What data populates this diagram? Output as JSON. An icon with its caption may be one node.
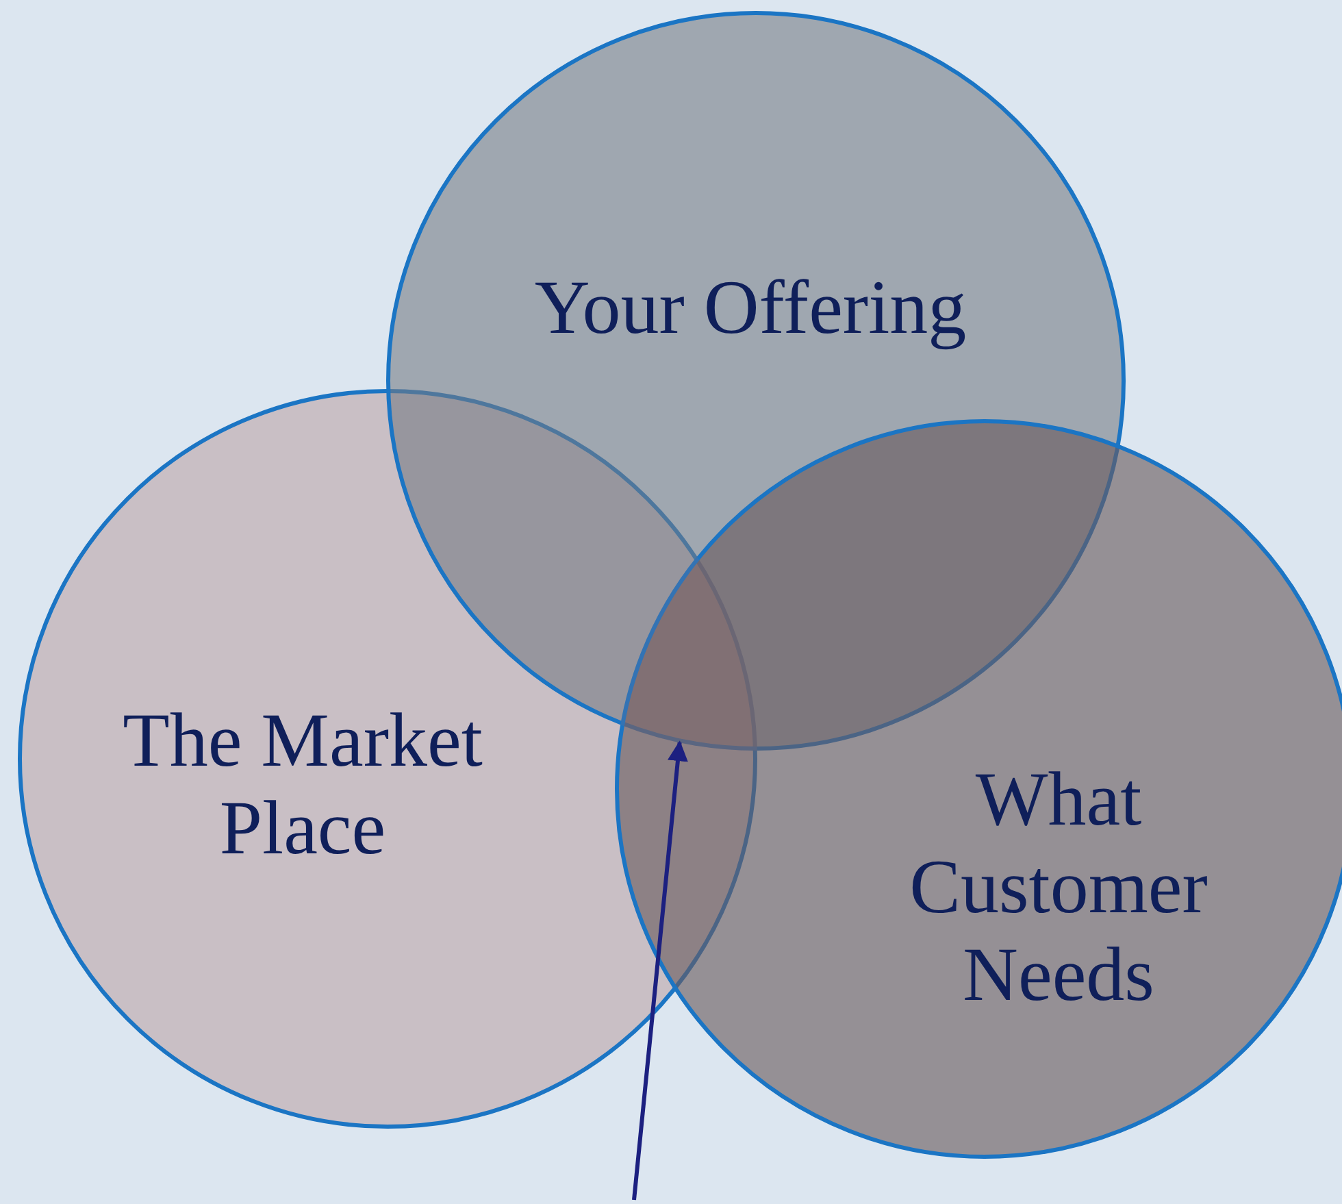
{
  "diagram": {
    "nodes": [
      {
        "text": [
          "Your Offering"
        ]
      },
      {
        "text": [
          "The Market Place"
        ]
      },
      {
        "text": [
          "What Customer Needs"
        ]
      },
      {
        "text": [],
        "shape": "region"
      }
    ],
    "edges": [
      {
        "from": null,
        "to": 3,
        "arrow": "to"
      }
    ]
  }
}
